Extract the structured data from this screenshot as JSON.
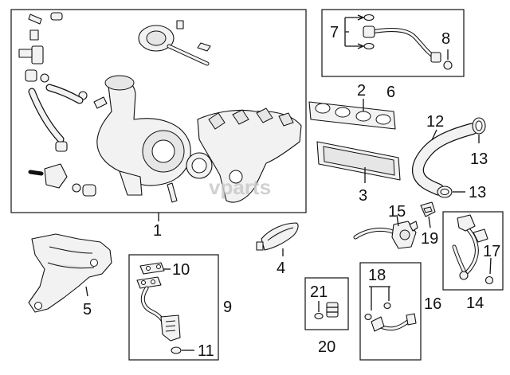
{
  "watermark": "vparts",
  "callouts": {
    "c1": "1",
    "c2": "2",
    "c3": "3",
    "c4": "4",
    "c5": "5",
    "c6": "6",
    "c7": "7",
    "c8": "8",
    "c9": "9",
    "c10": "10",
    "c11": "11",
    "c12": "12",
    "c13a": "13",
    "c13b": "13",
    "c14": "14",
    "c15": "15",
    "c16": "16",
    "c17": "17",
    "c18": "18",
    "c19": "19",
    "c20": "20",
    "c21": "21"
  }
}
